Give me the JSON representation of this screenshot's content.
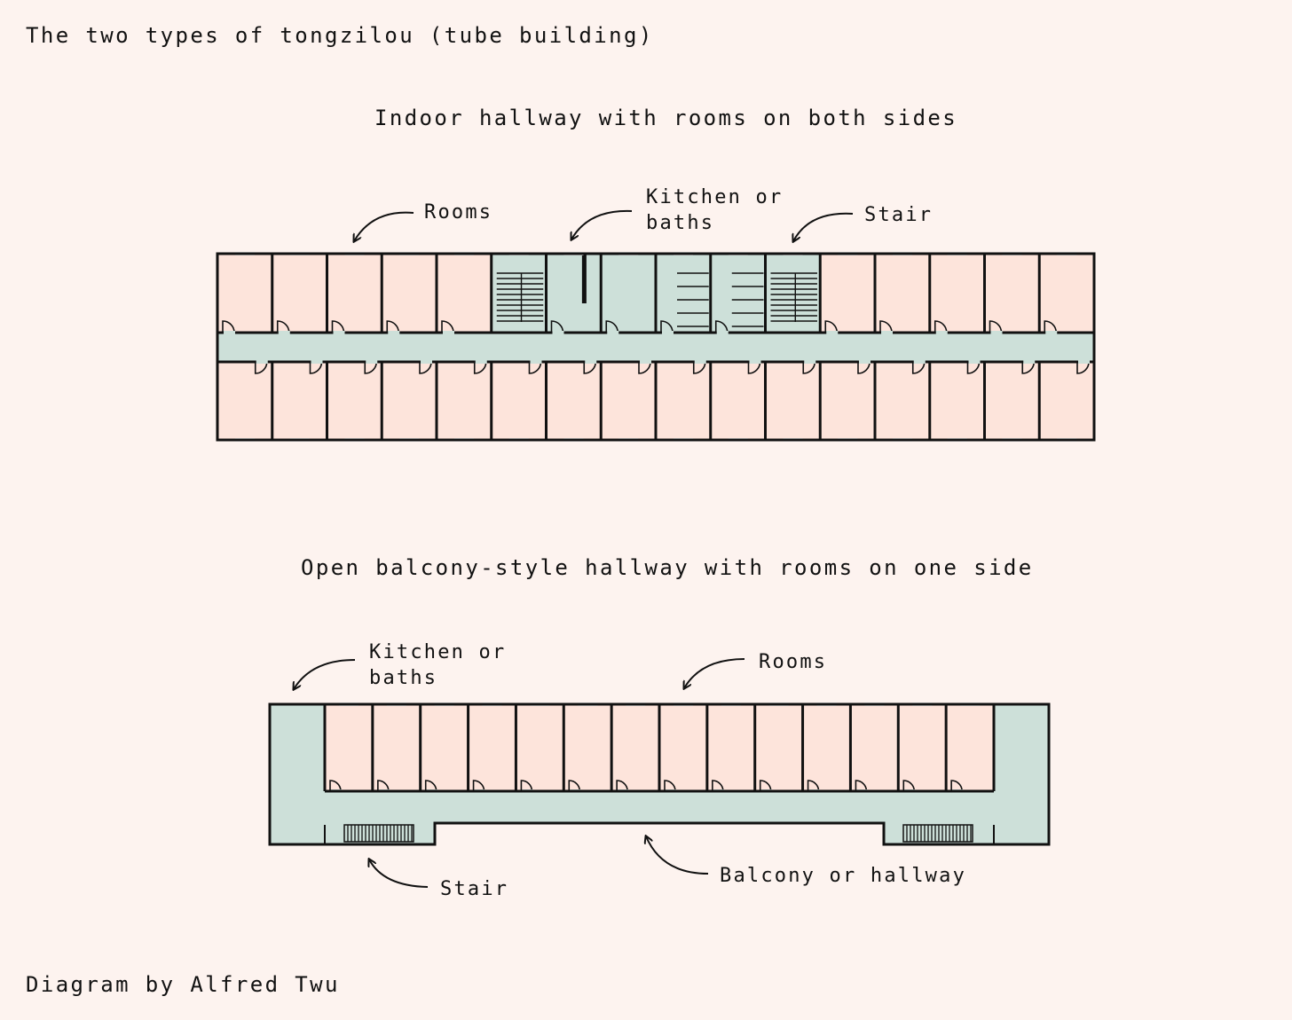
{
  "title": "The two types of tongzilou (tube building)",
  "credit": "Diagram by Alfred Twu",
  "colors": {
    "background": "#fdf3ef",
    "room": "#fde4db",
    "hallway": "#cde0d9",
    "wall": "#111111"
  },
  "diagram_1": {
    "heading": "Indoor hallway with rooms on both sides",
    "labels": {
      "rooms": "Rooms",
      "kitchen_line1": "Kitchen or",
      "kitchen_line2": "baths",
      "stair": "Stair"
    }
  },
  "diagram_2": {
    "heading": "Open balcony-style hallway with rooms on one side",
    "labels": {
      "kitchen_line1": "Kitchen or",
      "kitchen_line2": "baths",
      "rooms": "Rooms",
      "stair": "Stair",
      "balcony": "Balcony or hallway"
    }
  }
}
